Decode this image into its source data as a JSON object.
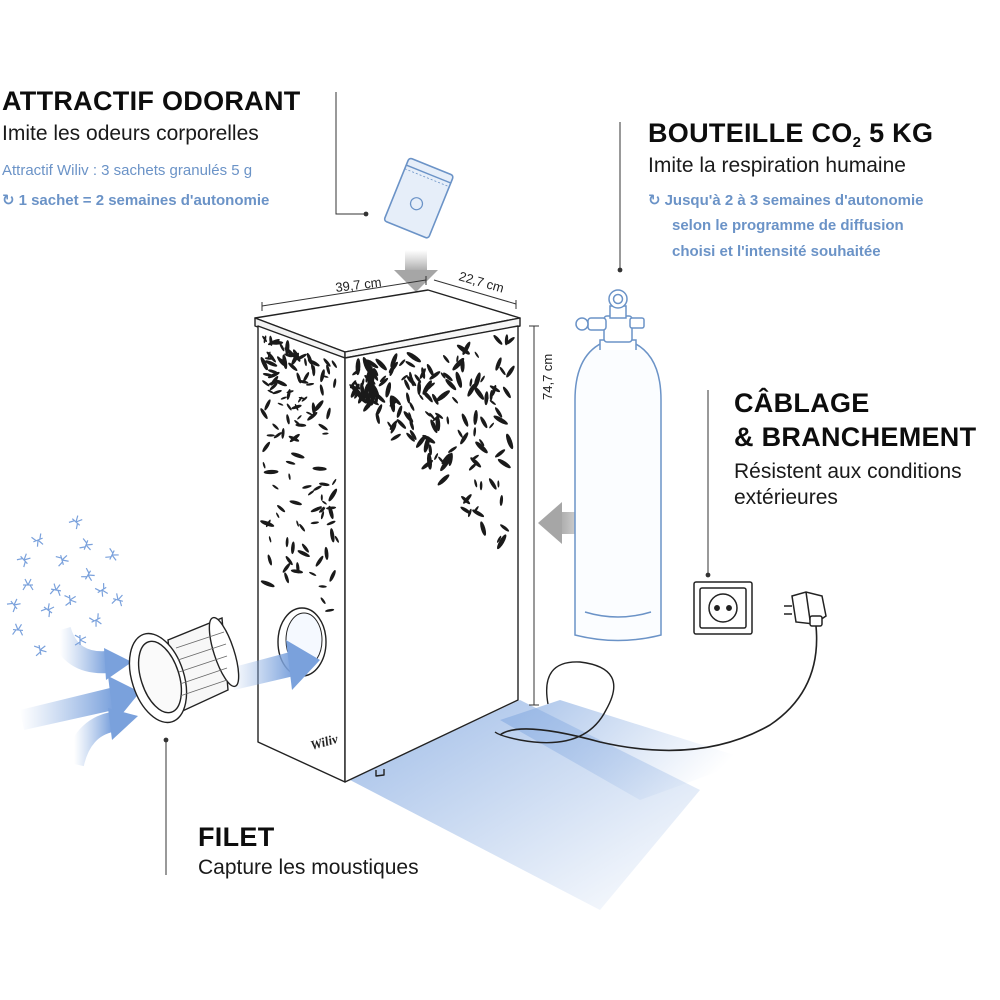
{
  "attractant": {
    "title": "ATTRACTIF ODORANT",
    "subtitle": "Imite les odeurs corporelles",
    "detail": "Attractif Wiliv : 3 sachets granulés 5 g",
    "autonomy": "1 sachet = 2 semaines d'autonomie"
  },
  "co2": {
    "title_prefix": "BOUTEILLE CO",
    "title_subscript": "2",
    "title_suffix": " 5 KG",
    "subtitle": "Imite la respiration humaine",
    "autonomy_lines": [
      "Jusqu'à 2 à 3 semaines d'autonomie",
      "selon le programme de diffusion",
      "choisi et l'intensité souhaitée"
    ]
  },
  "wiring": {
    "title_lines": [
      "CÂBLAGE",
      "& BRANCHEMENT"
    ],
    "subtitle_lines": [
      "Résistent aux conditions",
      "extérieures"
    ]
  },
  "net": {
    "title": "FILET",
    "subtitle": "Capture les moustiques"
  },
  "dimensions": {
    "width": "39,7 cm",
    "depth": "22,7 cm",
    "height": "74,7 cm"
  },
  "brand": "Wiliv",
  "icons": {
    "refresh": "refresh-icon"
  },
  "colors": {
    "accent_blue": "#6b93c7",
    "arrow_blue": "#8fb1e3",
    "arrow_grey": "#b3b3b3"
  }
}
